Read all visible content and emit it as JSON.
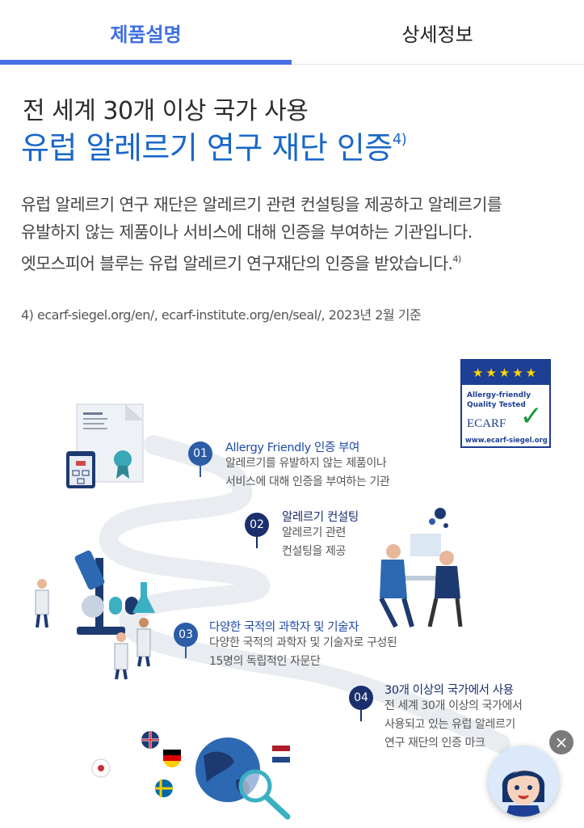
{
  "tabs": [
    {
      "label": "제품설명",
      "active": true
    },
    {
      "label": "상세정보",
      "active": false
    }
  ],
  "heading": {
    "subtitle": "전 세계 30개 이상 국가 사용",
    "title": "유럽 알레르기 연구 재단 인증",
    "title_ref": "4)"
  },
  "description": {
    "line1": "유럽 알레르기 연구 재단은 알레르기 관련 컨설팅을 제공하고 알레르기를",
    "line2": "유발하지 않는 제품이나 서비스에 대해 인증을 부여하는 기관입니다.",
    "line3": "엣모스피어 블루는 유럽 알레르기 연구재단의 인증을 받았습니다.",
    "line3_ref": "4)"
  },
  "footnote": "4) ecarf-siegel.org/en/, ecarf-institute.org/en/seal/, 2023년 2월 기준",
  "badge": {
    "stars": "★★★★★",
    "line1": "Allergy-friendly",
    "line2": "Quality Tested",
    "brand": "ECARF",
    "url": "www.ecarf-siegel.org"
  },
  "steps": [
    {
      "num": "01",
      "title": "Allergy Friendly  인증 부여",
      "body1": "알레르기를 유발하지 않는 제품이나",
      "body2": "서비스에 대해 인증을 부여하는 기관"
    },
    {
      "num": "02",
      "title": "알레르기 컨설팅",
      "body1": "알레르기 관련",
      "body2": "컨설팅을 제공"
    },
    {
      "num": "03",
      "title": "다양한 국적의 과학자 및 기술자",
      "body1": "다양한 국적의 과학자 및 기술자로 구성된",
      "body2": "15명의 독립적인 자문단"
    },
    {
      "num": "04",
      "title": "30개 이상의 국가에서 사용",
      "body1": "전 세계 30개 이상의 국가에서",
      "body2": "사용되고 있는 유럽 알레르기",
      "body3": "연구 재단의 인증 마크"
    }
  ],
  "colors": {
    "accent": "#4a6fe3",
    "title_blue": "#1967c8",
    "step_blue": "#1f4aa8",
    "step_navy": "#1b2f6e"
  },
  "chat": {
    "close_icon": "×"
  }
}
